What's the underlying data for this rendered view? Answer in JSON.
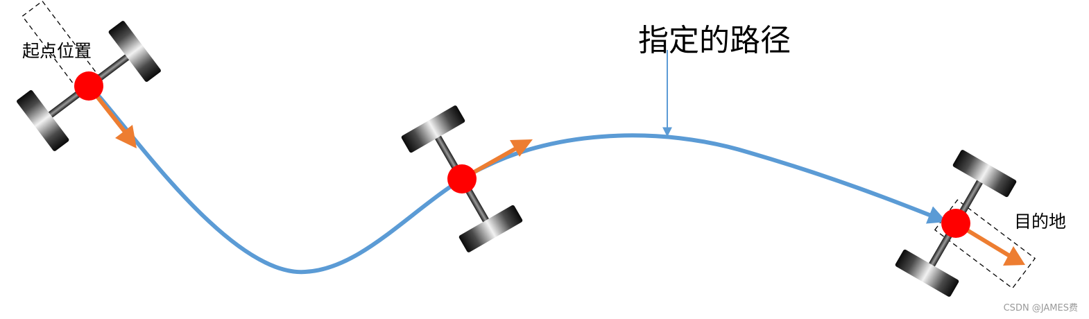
{
  "labels": {
    "start": "起点位置",
    "path": "指定的路径",
    "destination": "目的地"
  },
  "watermark": "CSDN @JAMES费",
  "colors": {
    "path": "#5b9bd5",
    "heading_arrow": "#ed7d31",
    "robot_center": "#ff0000",
    "axle": "#3a3a3a",
    "footprint_outline": "#000000",
    "background": "#ffffff"
  },
  "robots": [
    {
      "role": "start",
      "icon": "differential-drive-robot-icon",
      "heading": "down-right"
    },
    {
      "role": "intermediate",
      "icon": "differential-drive-robot-icon",
      "heading": "up-right"
    },
    {
      "role": "destination",
      "icon": "differential-drive-robot-icon",
      "heading": "down-right"
    }
  ]
}
